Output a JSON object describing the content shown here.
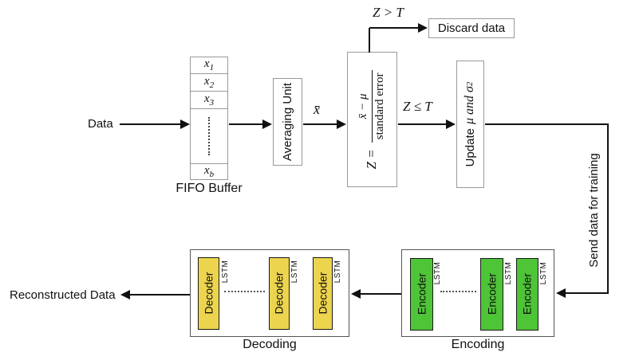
{
  "diagram": {
    "input_label": "Data",
    "output_label": "Reconstructed Data",
    "fifo": {
      "caption": "FIFO Buffer",
      "cells": [
        {
          "base": "x",
          "sub": "1"
        },
        {
          "base": "x",
          "sub": "2"
        },
        {
          "base": "x",
          "sub": "3"
        },
        {
          "base": "x",
          "sub": "b"
        }
      ]
    },
    "averaging_unit_label": "Averaging Unit",
    "xbar_label": "x̄",
    "z_test": {
      "lhs": "Z =",
      "numerator": "x̄ − μ",
      "denominator": "standard error"
    },
    "branch_gt": {
      "condition": "Z > T",
      "target": "Discard data"
    },
    "branch_le": {
      "condition": "Z ≤ T"
    },
    "update_box": {
      "prefix": "Update",
      "math": "μ and σ",
      "sup": "2"
    },
    "send_label": "Send data for training",
    "encoding": {
      "caption": "Encoding",
      "units": [
        {
          "label": "Encoder",
          "tag": "LSTM"
        },
        {
          "label": "Encoder",
          "tag": "LSTM"
        },
        {
          "label": "Encoder",
          "tag": "LSTM"
        }
      ]
    },
    "decoding": {
      "caption": "Decoding",
      "units": [
        {
          "label": "Decoder",
          "tag": "LSTM"
        },
        {
          "label": "Decoder",
          "tag": "LSTM"
        },
        {
          "label": "Decoder",
          "tag": "LSTM"
        }
      ]
    },
    "colors": {
      "encoder_fill": "#4ec437",
      "decoder_fill": "#ecd44e",
      "line": "#111111",
      "box_border": "#999999"
    }
  }
}
